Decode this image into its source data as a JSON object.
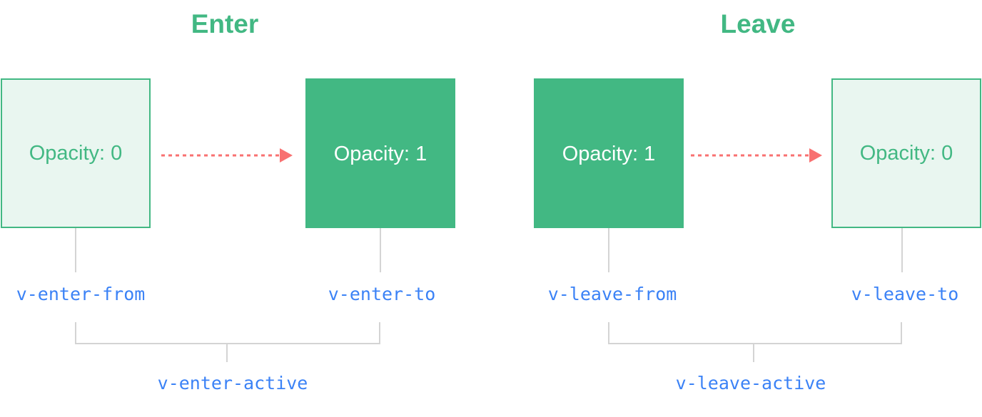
{
  "enter": {
    "title": "Enter",
    "from_box": "Opacity: 0",
    "to_box": "Opacity: 1",
    "from_class": "v-enter-from",
    "to_class": "v-enter-to",
    "active_class": "v-enter-active"
  },
  "leave": {
    "title": "Leave",
    "from_box": "Opacity: 1",
    "to_box": "Opacity: 0",
    "from_class": "v-leave-from",
    "to_class": "v-leave-to",
    "active_class": "v-leave-active"
  },
  "colors": {
    "brand_green": "#42b883",
    "faded_green": "#e9f6f0",
    "arrow_red": "#f87171",
    "code_blue": "#3b82f6",
    "connector_gray": "#d4d4d4"
  }
}
